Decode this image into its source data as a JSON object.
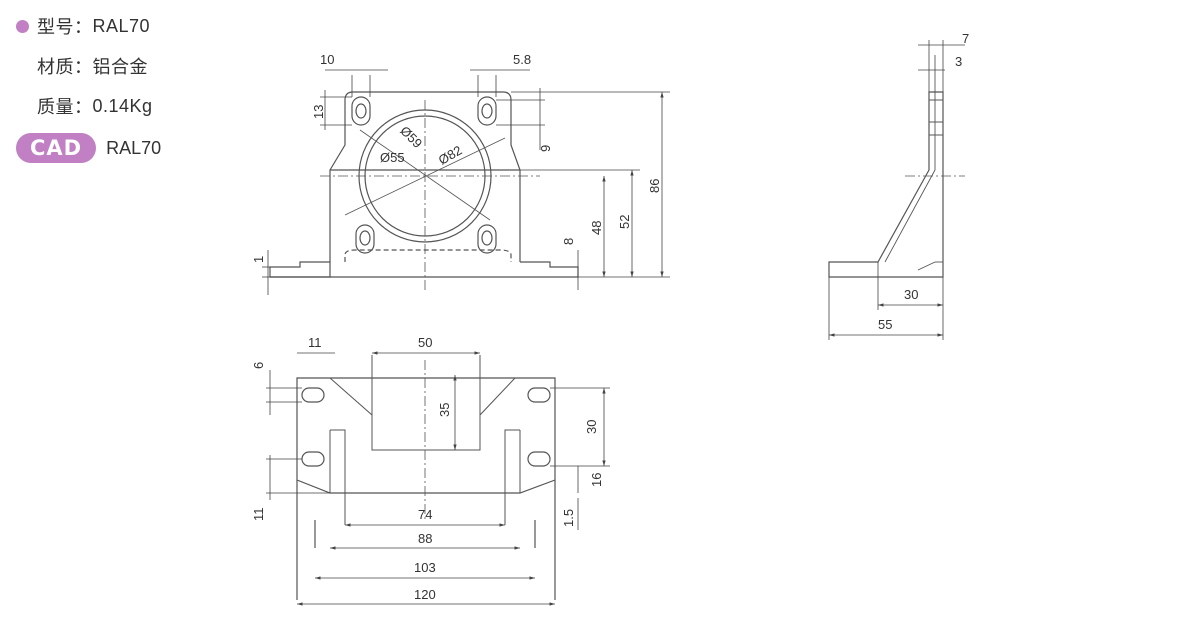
{
  "specs": {
    "model_label": "型号：",
    "model_value": "RAL70",
    "material_label": "材质：",
    "material_value": "铝合金",
    "weight_label": "质量：",
    "weight_value": "0.14Kg",
    "cad_badge": "CAD",
    "cad_model": "RAL70"
  },
  "colors": {
    "accent": "#c17fc4",
    "line": "#555555"
  },
  "front_view": {
    "dims": [
      "10",
      "5.8",
      "13",
      "9",
      "Ø59",
      "Ø55",
      "Ø82",
      "86",
      "52",
      "48",
      "8",
      "1"
    ]
  },
  "top_view": {
    "dims": [
      "11",
      "50",
      "6",
      "35",
      "30",
      "16",
      "11",
      "74",
      "88",
      "103",
      "120",
      "1.5"
    ]
  },
  "side_view": {
    "dims": [
      "7",
      "3",
      "30",
      "55"
    ]
  }
}
